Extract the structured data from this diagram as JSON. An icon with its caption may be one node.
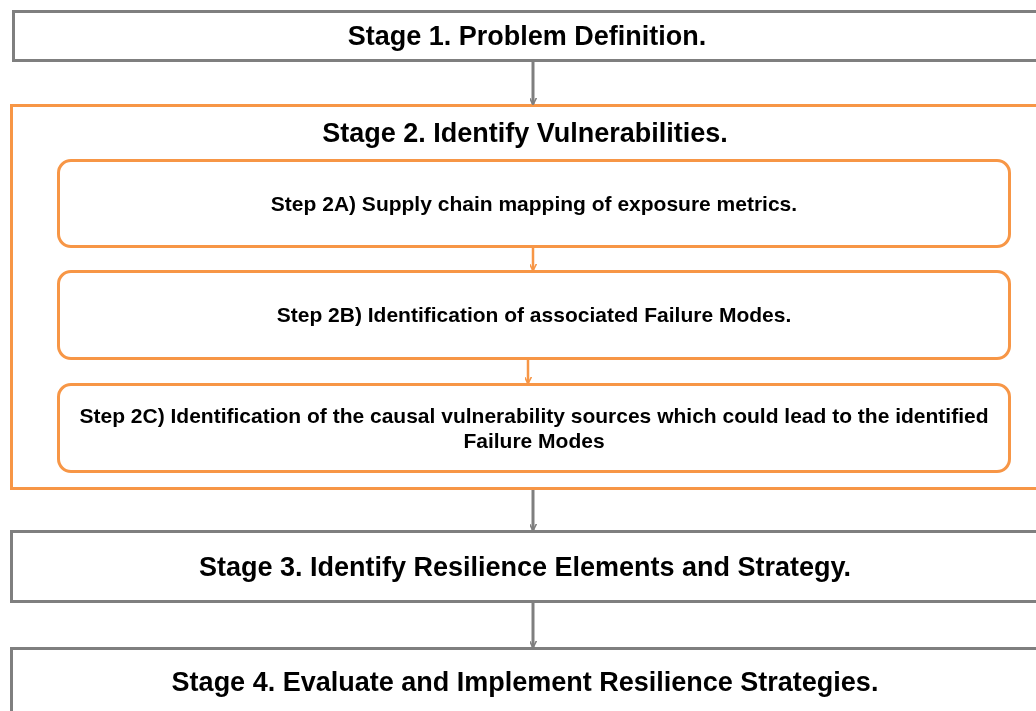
{
  "diagram": {
    "nodes": [
      {
        "text": [
          "Stage 1. Problem Definition."
        ]
      },
      {
        "text": [
          "Stage 2. Identify Vulnerabilities."
        ]
      },
      {
        "text": [
          "Step 2A) Supply chain mapping of exposure metrics."
        ],
        "in": 1
      },
      {
        "text": [
          "Step 2B) Identification of associated Failure Modes."
        ],
        "in": 1
      },
      {
        "text": [
          "Step 2C) Identification of the causal vulnerability sources which could lead to the identified Failure Modes"
        ],
        "in": 1
      },
      {
        "text": [
          "Stage 3. Identify Resilience Elements and Strategy."
        ]
      },
      {
        "text": [
          "Stage 4. Evaluate and Implement Resilience Strategies."
        ]
      }
    ],
    "edges": [
      {
        "from": 0,
        "to": 1,
        "arrow": "to"
      },
      {
        "from": 2,
        "to": 3,
        "arrow": "to",
        "color": "#f79646"
      },
      {
        "from": 3,
        "to": 4,
        "arrow": "to",
        "color": "#f79646"
      },
      {
        "from": 1,
        "to": 5,
        "arrow": "to"
      },
      {
        "from": 5,
        "to": 6,
        "arrow": "to"
      }
    ]
  }
}
